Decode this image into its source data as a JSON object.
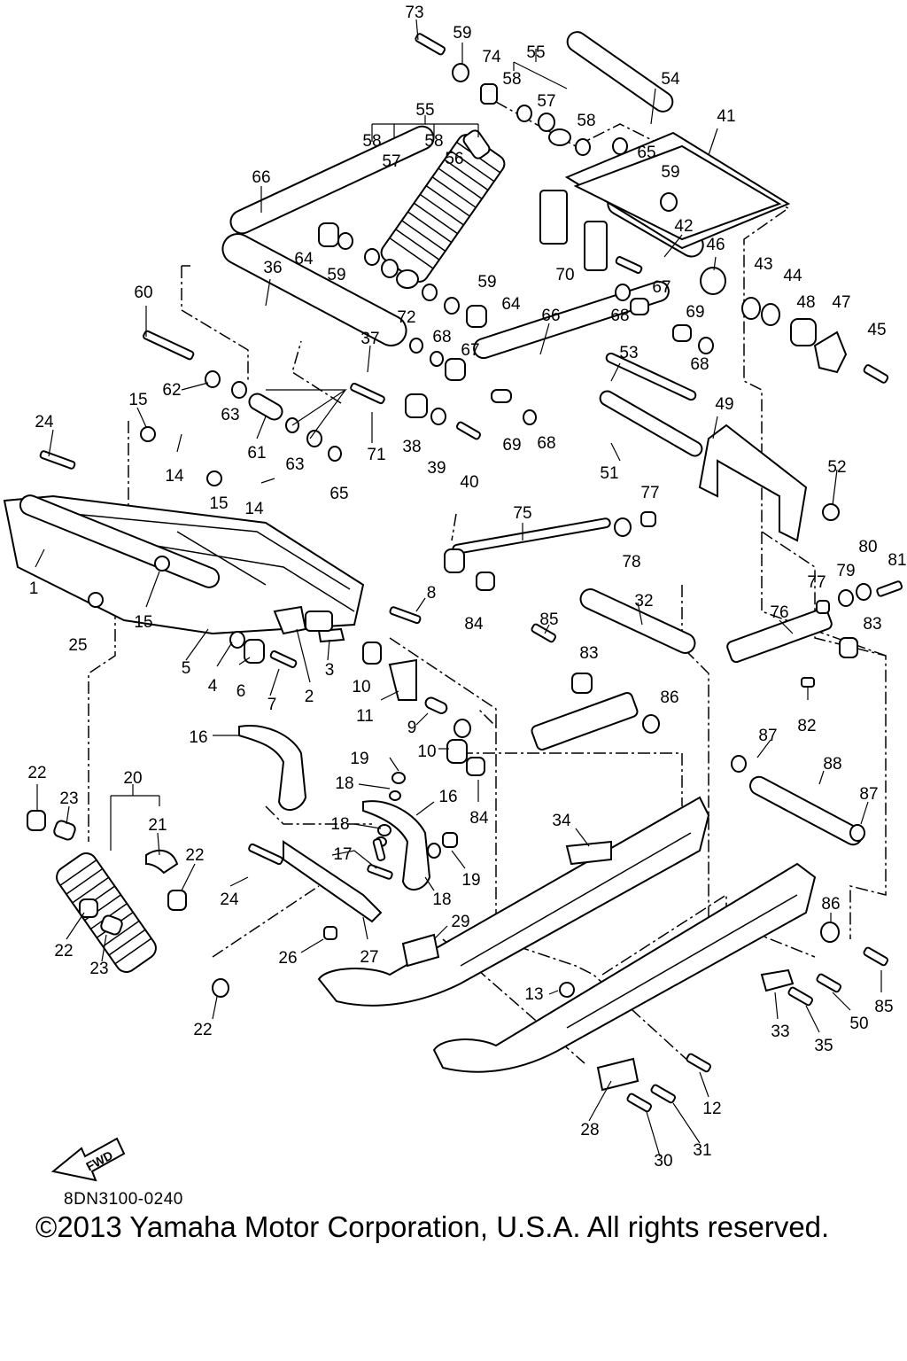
{
  "diagram": {
    "code": "8DN3100-0240",
    "copyright": "©2013 Yamaha Motor Corporation, U.S.A. All rights reserved.",
    "fwd_label": "FWD"
  },
  "callouts": [
    {
      "n": "73"
    },
    {
      "n": "59"
    },
    {
      "n": "74"
    },
    {
      "n": "55"
    },
    {
      "n": "58"
    },
    {
      "n": "57"
    },
    {
      "n": "54"
    },
    {
      "n": "55"
    },
    {
      "n": "58"
    },
    {
      "n": "58"
    },
    {
      "n": "56"
    },
    {
      "n": "57"
    },
    {
      "n": "58"
    },
    {
      "n": "65"
    },
    {
      "n": "59"
    },
    {
      "n": "41"
    },
    {
      "n": "66"
    },
    {
      "n": "64"
    },
    {
      "n": "59"
    },
    {
      "n": "42"
    },
    {
      "n": "46"
    },
    {
      "n": "36"
    },
    {
      "n": "59"
    },
    {
      "n": "64"
    },
    {
      "n": "70"
    },
    {
      "n": "67"
    },
    {
      "n": "43"
    },
    {
      "n": "44"
    },
    {
      "n": "60"
    },
    {
      "n": "68"
    },
    {
      "n": "48"
    },
    {
      "n": "47"
    },
    {
      "n": "72"
    },
    {
      "n": "68"
    },
    {
      "n": "66"
    },
    {
      "n": "69"
    },
    {
      "n": "37"
    },
    {
      "n": "67"
    },
    {
      "n": "45"
    },
    {
      "n": "68"
    },
    {
      "n": "53"
    },
    {
      "n": "62"
    },
    {
      "n": "63"
    },
    {
      "n": "15"
    },
    {
      "n": "61"
    },
    {
      "n": "71"
    },
    {
      "n": "38"
    },
    {
      "n": "39"
    },
    {
      "n": "69"
    },
    {
      "n": "68"
    },
    {
      "n": "49"
    },
    {
      "n": "24"
    },
    {
      "n": "14"
    },
    {
      "n": "63"
    },
    {
      "n": "65"
    },
    {
      "n": "40"
    },
    {
      "n": "51"
    },
    {
      "n": "52"
    },
    {
      "n": "15"
    },
    {
      "n": "14"
    },
    {
      "n": "77"
    },
    {
      "n": "75"
    },
    {
      "n": "78"
    },
    {
      "n": "80"
    },
    {
      "n": "81"
    },
    {
      "n": "79"
    },
    {
      "n": "1"
    },
    {
      "n": "15"
    },
    {
      "n": "77"
    },
    {
      "n": "25"
    },
    {
      "n": "8"
    },
    {
      "n": "84"
    },
    {
      "n": "76"
    },
    {
      "n": "83"
    },
    {
      "n": "32"
    },
    {
      "n": "85"
    },
    {
      "n": "5"
    },
    {
      "n": "4"
    },
    {
      "n": "6"
    },
    {
      "n": "2"
    },
    {
      "n": "3"
    },
    {
      "n": "10"
    },
    {
      "n": "83"
    },
    {
      "n": "7"
    },
    {
      "n": "11"
    },
    {
      "n": "82"
    },
    {
      "n": "9"
    },
    {
      "n": "86"
    },
    {
      "n": "16"
    },
    {
      "n": "10"
    },
    {
      "n": "87"
    },
    {
      "n": "19"
    },
    {
      "n": "88"
    },
    {
      "n": "22"
    },
    {
      "n": "20"
    },
    {
      "n": "18"
    },
    {
      "n": "16"
    },
    {
      "n": "23"
    },
    {
      "n": "84"
    },
    {
      "n": "87"
    },
    {
      "n": "34"
    },
    {
      "n": "21"
    },
    {
      "n": "18"
    },
    {
      "n": "17"
    },
    {
      "n": "22"
    },
    {
      "n": "19"
    },
    {
      "n": "24"
    },
    {
      "n": "18"
    },
    {
      "n": "86"
    },
    {
      "n": "29"
    },
    {
      "n": "22"
    },
    {
      "n": "26"
    },
    {
      "n": "27"
    },
    {
      "n": "23"
    },
    {
      "n": "85"
    },
    {
      "n": "13"
    },
    {
      "n": "50"
    },
    {
      "n": "33"
    },
    {
      "n": "22"
    },
    {
      "n": "35"
    },
    {
      "n": "12"
    },
    {
      "n": "28"
    },
    {
      "n": "31"
    },
    {
      "n": "30"
    }
  ]
}
